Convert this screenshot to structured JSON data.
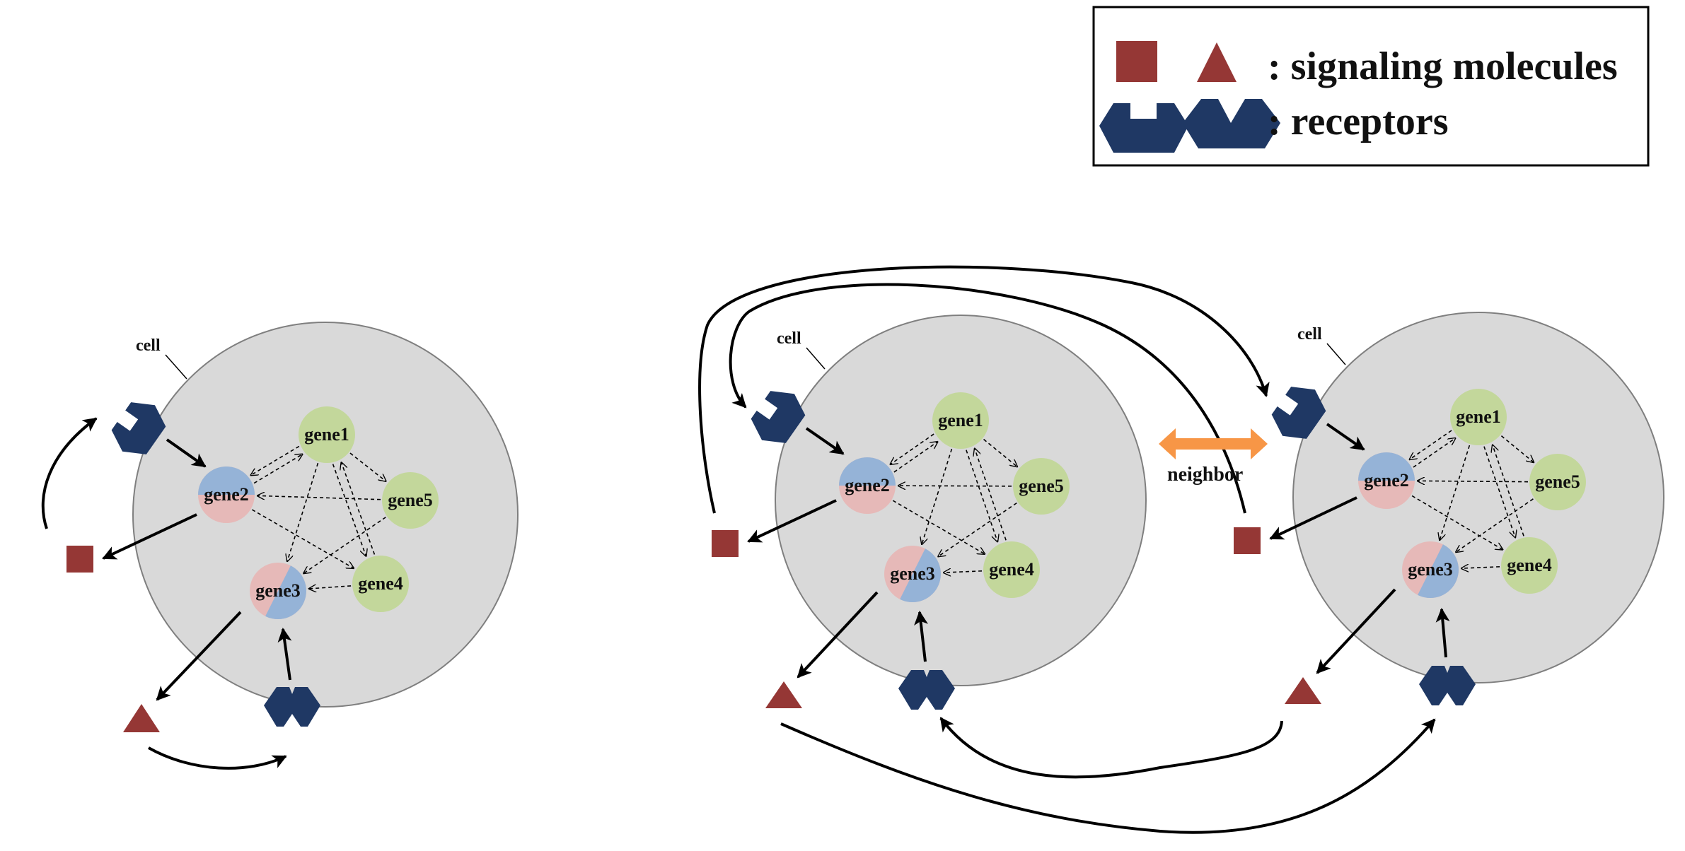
{
  "legend": {
    "signaling_label": ": signaling molecules",
    "receptors_label": ": receptors"
  },
  "colors": {
    "cell_fill": "#d9d9d9",
    "cell_stroke": "#7f7f7f",
    "gene_green": "#c3d79b",
    "gene_blue": "#95b3d7",
    "gene_pink": "#e6b9b8",
    "molecule": "#953735",
    "receptor": "#1f3864",
    "neighbor_arrow": "#f79646"
  },
  "cells": [
    {
      "cell_label": "cell",
      "genes": {
        "g1": "gene1",
        "g2": "gene2",
        "g3": "gene3",
        "g4": "gene4",
        "g5": "gene5"
      }
    },
    {
      "cell_label": "cell",
      "genes": {
        "g1": "gene1",
        "g2": "gene2",
        "g3": "gene3",
        "g4": "gene4",
        "g5": "gene5"
      }
    },
    {
      "cell_label": "cell",
      "genes": {
        "g1": "gene1",
        "g2": "gene2",
        "g3": "gene3",
        "g4": "gene4",
        "g5": "gene5"
      }
    }
  ],
  "neighbor_label": "neighbor"
}
